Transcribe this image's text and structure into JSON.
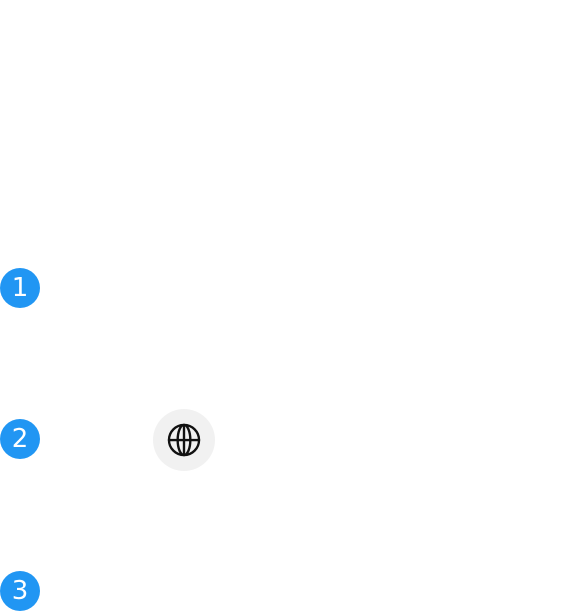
{
  "colors": {
    "badge": "#2196F3",
    "globe_button_bg": "#f1f1f1",
    "globe_icon": "#111111"
  },
  "steps": [
    {
      "number": "1"
    },
    {
      "number": "2"
    },
    {
      "number": "3"
    }
  ],
  "toolbar": {
    "language_icon": "globe-icon"
  }
}
